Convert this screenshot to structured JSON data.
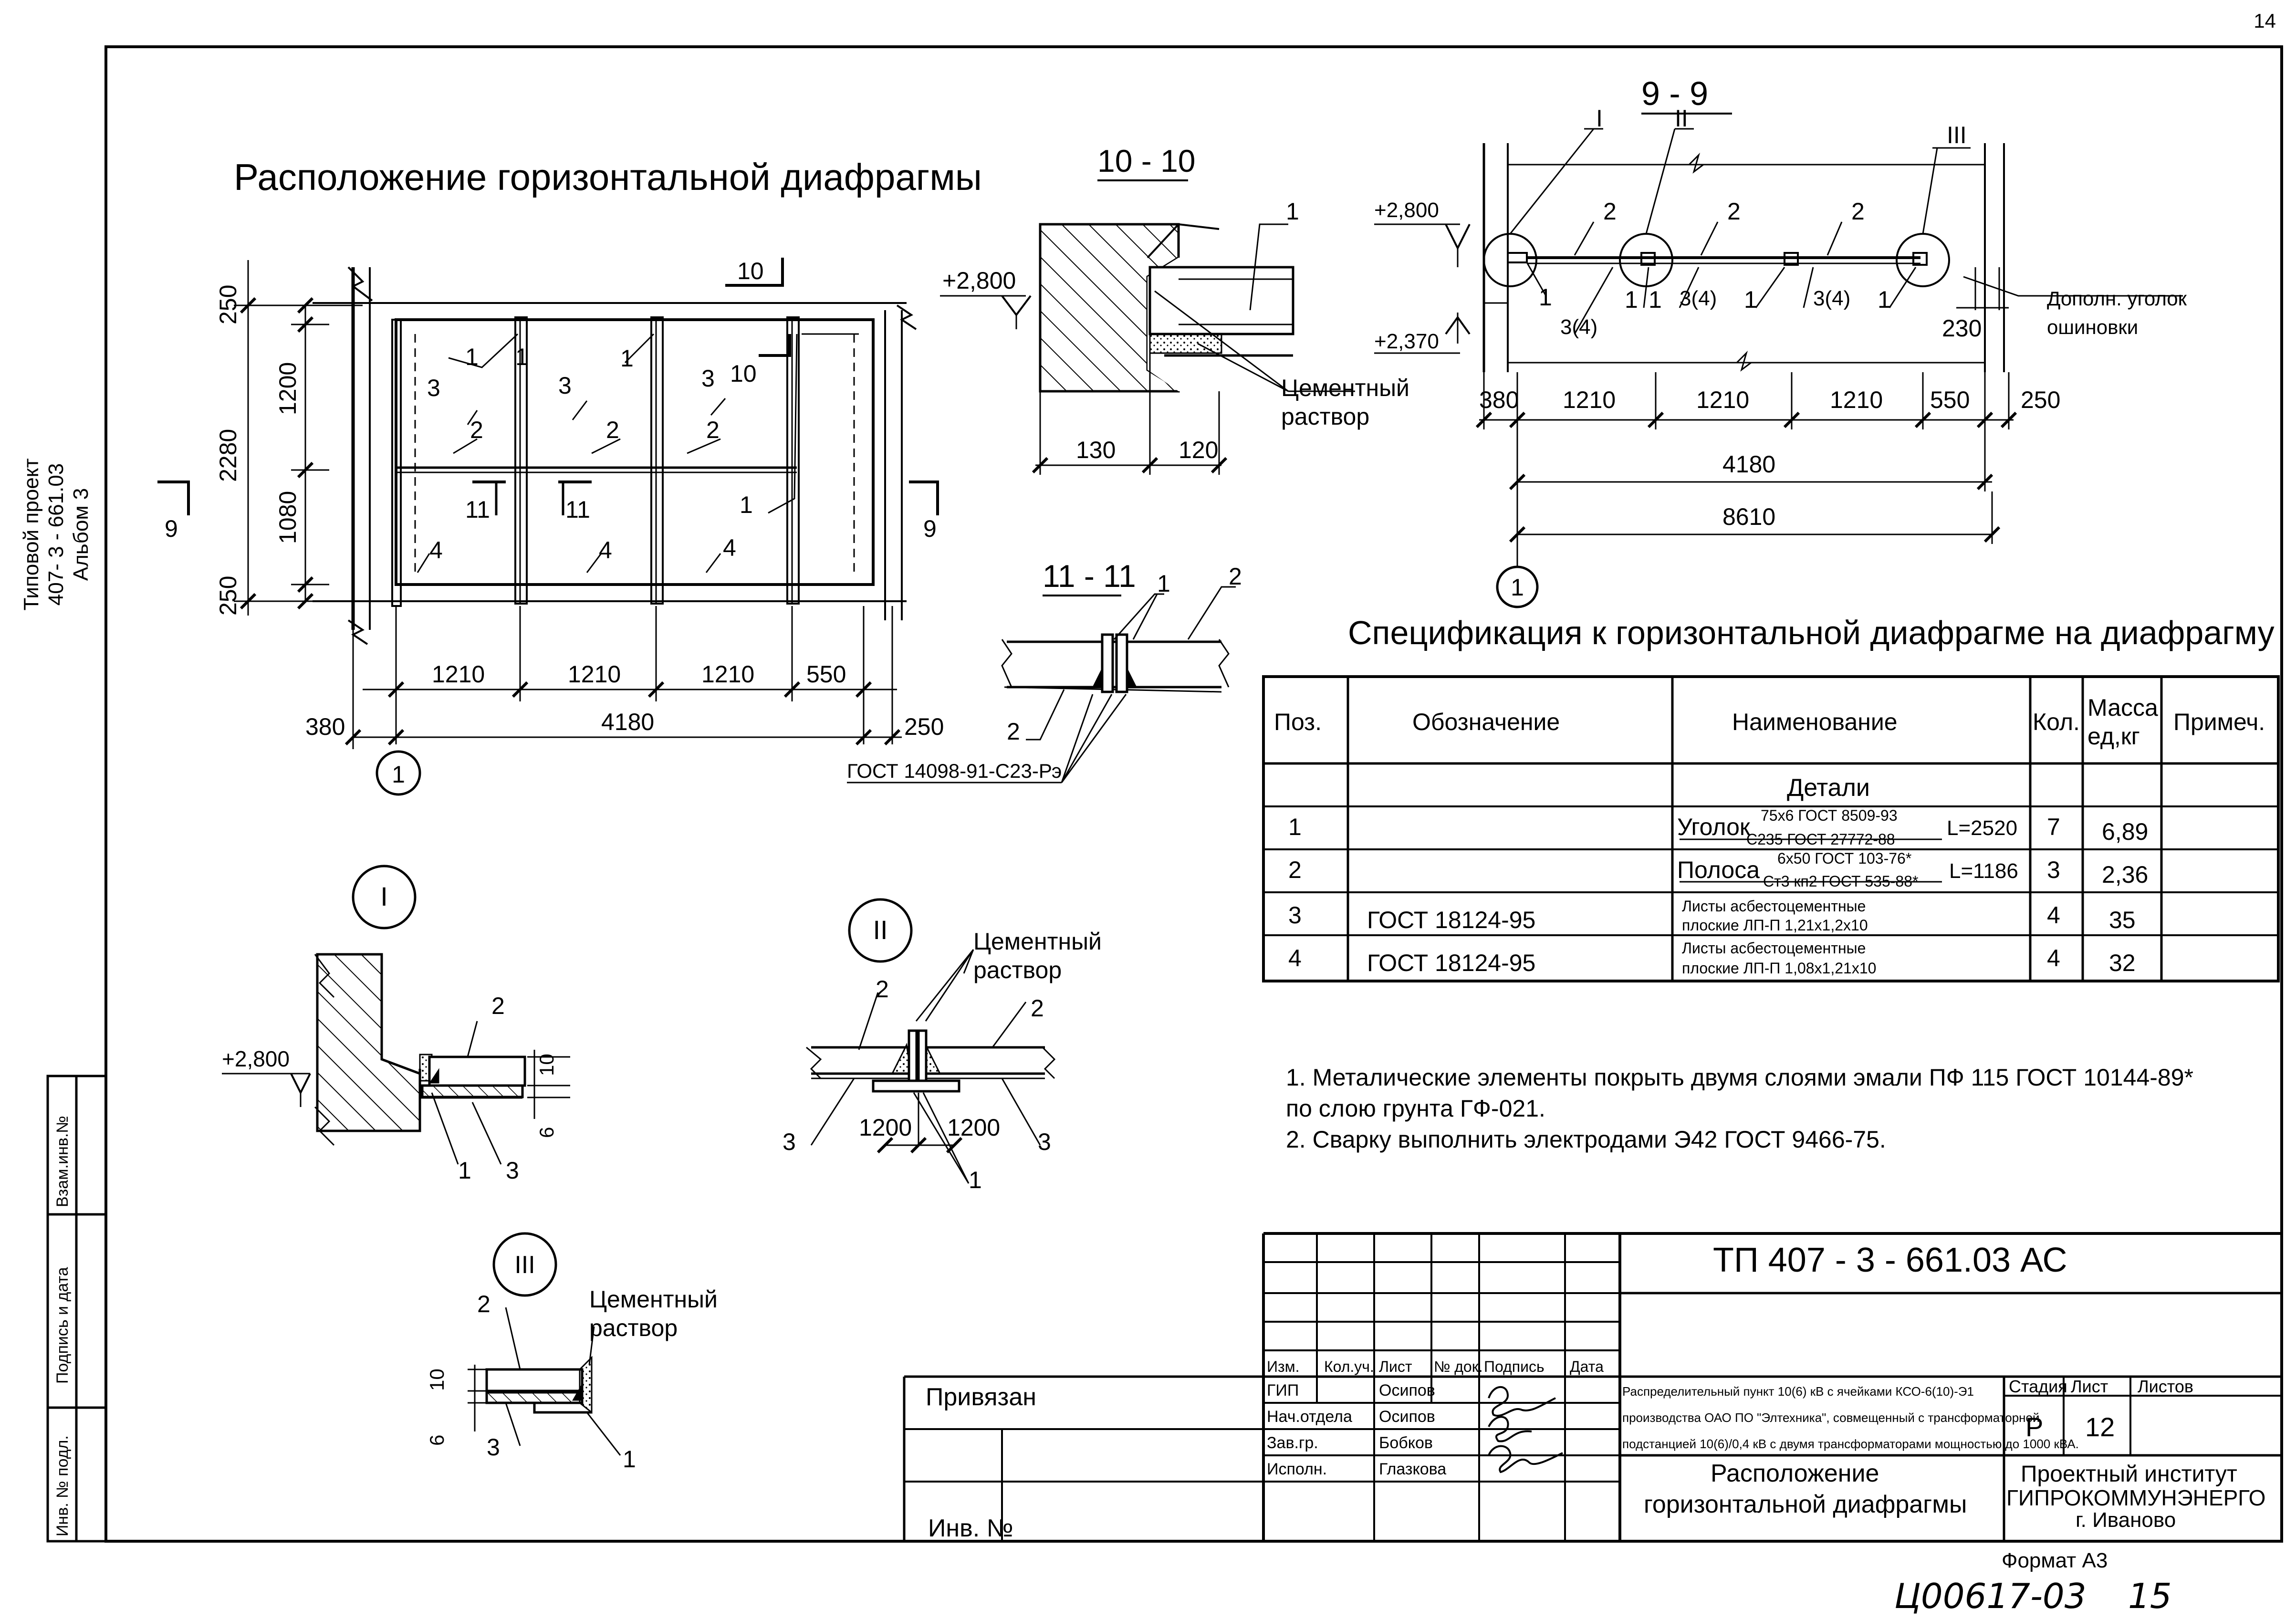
{
  "page_number": "14",
  "side_label": {
    "line1": "Типовой проект",
    "line2": "407- 3 - 661.03",
    "line3": "Альбом 3"
  },
  "margin_table": {
    "vzam": "Взам.инв.№",
    "podpis": "Подпись и дата",
    "inv_podl": "Инв. № подл."
  },
  "plan": {
    "title": "Расположение горизонтальной диафрагмы",
    "dims_v": [
      "250",
      "1200",
      "2280",
      "1080",
      "250"
    ],
    "dims_h": [
      "1210",
      "1210",
      "1210",
      "550"
    ],
    "dim_total": "4180",
    "dim_left": "380",
    "dim_right": "250",
    "axis": "1",
    "pos_labels": [
      "1",
      "1",
      "1",
      "3",
      "3",
      "3",
      "2",
      "2",
      "2",
      "4",
      "4",
      "4",
      "1"
    ],
    "section_marks": [
      "10",
      "10",
      "9",
      "9",
      "11",
      "11"
    ]
  },
  "sec10": {
    "title": "10 - 10",
    "level": "+2,800",
    "pos": "1",
    "note_line1": "Цементный",
    "note_line2": "раствор",
    "dims": [
      "130",
      "120"
    ]
  },
  "sec11": {
    "title": "11 - 11",
    "pos": [
      "1",
      "2",
      "2"
    ],
    "gost": "ГОСТ 14098-91-С23-Рэ"
  },
  "sec9": {
    "title": "9 - 9",
    "levels": [
      "+2,800",
      "+2,370"
    ],
    "nodes": [
      "I",
      "II",
      "III"
    ],
    "pos": [
      "2",
      "2",
      "2",
      "1",
      "3(4)",
      "1",
      "3(4)",
      "1",
      "3(4)",
      "1",
      "1"
    ],
    "dims": [
      "380",
      "1210",
      "1210",
      "1210",
      "550",
      "250"
    ],
    "dim_230": "230",
    "dim_total1": "4180",
    "dim_total2": "8610",
    "axis": "1",
    "note_line1": "Дополн. уголок",
    "note_line2": "ошиновки"
  },
  "spec": {
    "title": "Спецификация к горизонтальной диафрагме на диафрагму",
    "headers": {
      "pos": "Поз.",
      "designation": "Обозначение",
      "name": "Наименование",
      "qty": "Кол.",
      "mass1": "Масса",
      "mass2": "ед,кг",
      "note": "Примеч."
    },
    "section": "Детали",
    "rows": [
      {
        "pos": "1",
        "designation": "",
        "name_main": "Уголок",
        "frac_top": "75x6 ГОСТ 8509-93",
        "frac_bot": "С235 ГОСТ 27772-88",
        "length": "L=2520",
        "qty": "7",
        "mass": "6,89"
      },
      {
        "pos": "2",
        "designation": "",
        "name_main": "Полоса",
        "frac_top": "6x50 ГОСТ 103-76*",
        "frac_bot": "Ст3 кп2 ГОСТ 535-88*",
        "length": "L=1186",
        "qty": "3",
        "mass": "2,36"
      },
      {
        "pos": "3",
        "designation": "ГОСТ 18124-95",
        "line1": "Листы асбестоцементные",
        "line2": "плоские ЛП-П 1,21х1,2х10",
        "qty": "4",
        "mass": "35"
      },
      {
        "pos": "4",
        "designation": "ГОСТ 18124-95",
        "line1": "Листы асбестоцементные",
        "line2": "плоские ЛП-П 1,08х1,21х10",
        "qty": "4",
        "mass": "32"
      }
    ]
  },
  "notes": [
    "1. Металические элементы покрыть двумя слоями эмали ПФ 115 ГОСТ 10144-89*",
    "по слою грунта ГФ-021.",
    "2. Сварку выполнить электродами Э42 ГОСТ 9466-75."
  ],
  "nodeI": {
    "mark": "I",
    "level": "+2,800",
    "pos": [
      "2",
      "1",
      "3"
    ],
    "dims": [
      "10",
      "6"
    ]
  },
  "nodeII": {
    "mark": "II",
    "note_line1": "Цементный",
    "note_line2": "раствор",
    "pos": [
      "2",
      "2",
      "3",
      "3",
      "1"
    ],
    "dims": [
      "1200",
      "1200"
    ]
  },
  "nodeIII": {
    "mark": "III",
    "note_line1": "Цементный",
    "note_line2": "раствор",
    "pos": [
      "2",
      "3",
      "1"
    ],
    "dims": [
      "10",
      "6"
    ]
  },
  "title_block": {
    "code": "ТП  407 - 3 - 661.03     АС",
    "privyazan": "Привязан",
    "inv": "Инв. №",
    "col_headers": [
      "Изм.",
      "Кол.уч.",
      "Лист",
      "№ док.",
      "Подпись",
      "Дата"
    ],
    "roles": [
      "ГИП",
      "Нач.отдела",
      "Зав.гр.",
      "Исполн."
    ],
    "names": [
      "Осипов",
      "Осипов",
      "Бобков",
      "Глазкова"
    ],
    "project_desc": [
      "Распределительный пункт 10(6) кВ с ячейками КСО-6(10)-Э1",
      "производства ОАО ПО \"Элтехника\", совмещенный с трансформаторной",
      "подстанцией 10(6)/0,4 кВ с двумя трансформаторами мощностью до 1000 кВА."
    ],
    "sheet_title_line1": "Расположение",
    "sheet_title_line2": "горизонтальной диафрагмы",
    "stage_label": "Стадия",
    "sheet_label": "Лист",
    "sheets_label": "Листов",
    "stage": "Р",
    "sheet": "12",
    "sheets": "",
    "org_line1": "Проектный институт",
    "org_line2": "ГИПРОКОММУНЭНЕРГО",
    "org_line3": "г. Иваново"
  },
  "format": "Формат А3",
  "handwritten": "Ц00617-03",
  "handwritten_page": "15"
}
